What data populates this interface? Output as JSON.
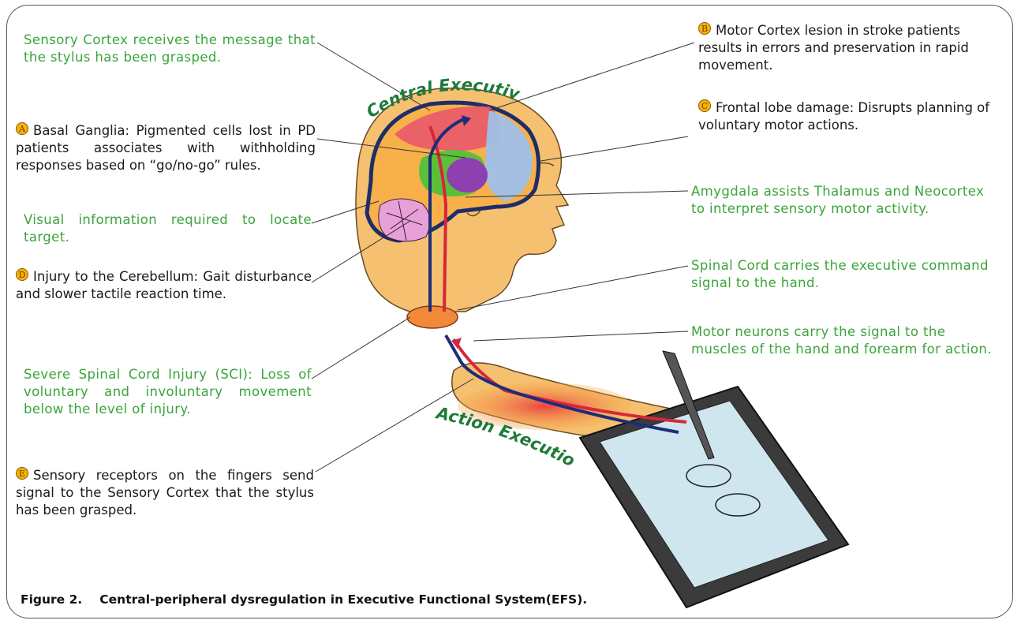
{
  "labels": {
    "sensory_cortex": "Sensory Cortex receives the message that the stylus has been grasped.",
    "a_text": "Basal Ganglia: Pigmented cells lost in PD patients associates with withholding responses based on “go/no-go” rules.",
    "visual": "Visual information required to locate target.",
    "d_text": "Injury to the Cerebellum: Gait disturbance and slower tactile reaction time.",
    "sci": "Severe Spinal Cord Injury (SCI): Loss of voluntary and involuntary movement below the level of injury.",
    "e_text": "Sensory receptors on the fingers send signal to the Sensory Cortex that the stylus has been grasped.",
    "b_text": "Motor Cortex lesion in stroke patients results in errors and preservation in rapid movement.",
    "c_text": "Frontal lobe damage: Disrupts planning of voluntary motor actions.",
    "amygdala": "Amygdala assists Thalamus and Neocortex to interpret sensory motor activity.",
    "spinal_cord": "Spinal Cord carries the executive command signal to the hand.",
    "motor_neurons": "Motor neurons carry the signal to the muscles of the hand and forearm for action."
  },
  "badges": {
    "a": "A",
    "b": "B",
    "c": "C",
    "d": "D",
    "e": "E"
  },
  "arc_labels": {
    "central": "Central Executive",
    "action": "Action Execution"
  },
  "caption": {
    "label": "Figure 2.",
    "text": "Central-peripheral dysregulation in Executive Functional System(EFS)."
  },
  "colors": {
    "green_text": "#3aa53a",
    "arc_text": "#1e7b3a",
    "badge": "#f5b300"
  }
}
